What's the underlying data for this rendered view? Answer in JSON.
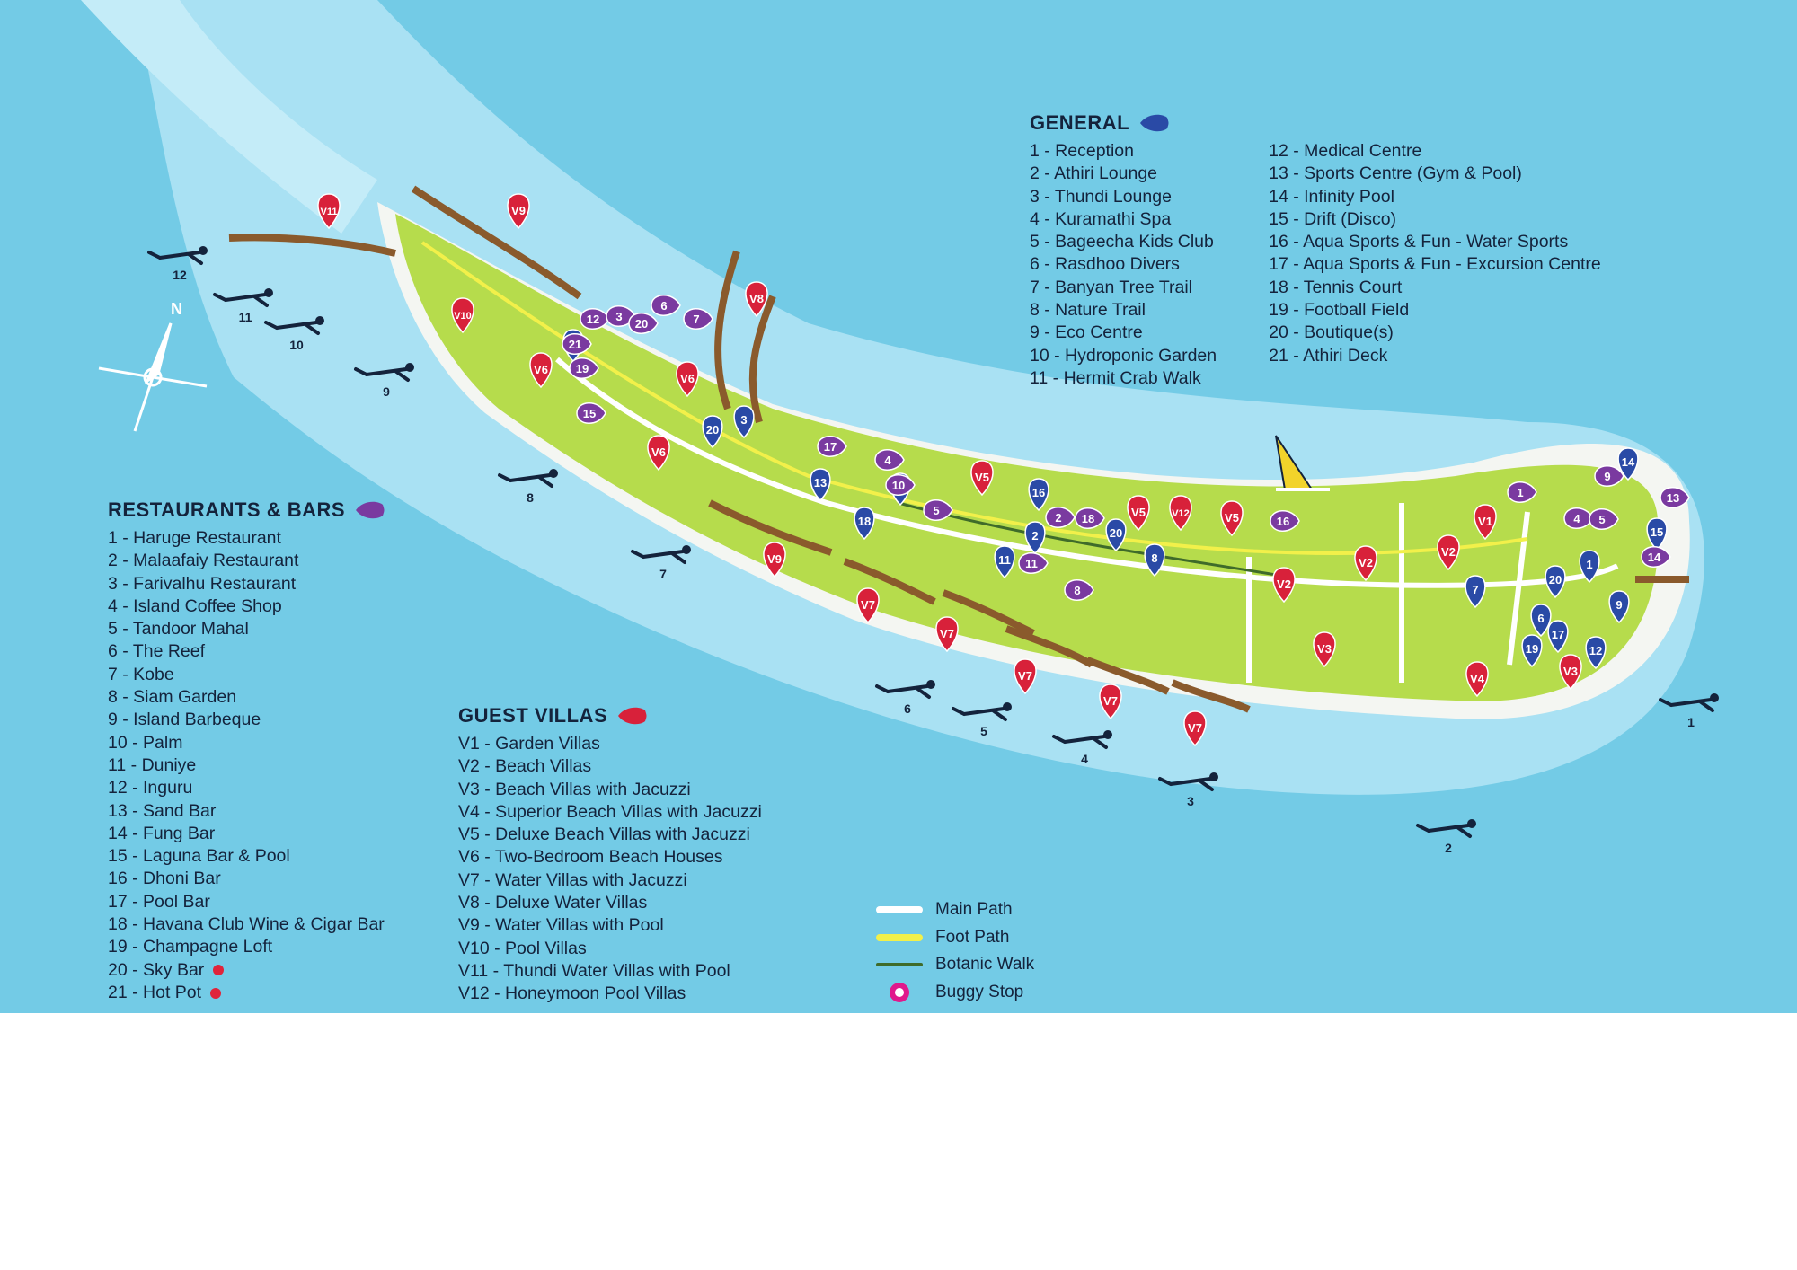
{
  "map": {
    "compass_label": "N",
    "general": {
      "title": "GENERAL",
      "items": [
        "1 - Reception",
        "2 - Athiri Lounge",
        "3 - Thundi Lounge",
        "4 - Kuramathi Spa",
        "5 - Bageecha Kids Club",
        "6 - Rasdhoo Divers",
        "7 - Banyan Tree Trail",
        "8 - Nature Trail",
        "9 - Eco Centre",
        "10 - Hydroponic Garden",
        "11 - Hermit Crab Walk",
        "12 - Medical Centre",
        "13 - Sports Centre (Gym & Pool)",
        "14 - Infinity Pool",
        "15 - Drift (Disco)",
        "16 - Aqua Sports & Fun - Water Sports",
        "17 - Aqua Sports & Fun - Excursion Centre",
        "18 - Tennis Court",
        "19 - Football Field",
        "20 - Boutique(s)",
        "21 - Athiri Deck"
      ]
    },
    "restaurants": {
      "title": "RESTAURANTS & BARS",
      "items": [
        "1 - Haruge Restaurant",
        "2 - Malaafaiy Restaurant",
        "3 - Farivalhu Restaurant",
        "4 - Island Coffee Shop",
        "5 - Tandoor Mahal",
        "6 - The Reef",
        "7 - Kobe",
        "8 - Siam Garden",
        "9 - Island Barbeque",
        "10 - Palm",
        "11 - Duniye",
        "12 - Inguru",
        "13 - Sand Bar",
        "14 - Fung Bar",
        "15 - Laguna Bar & Pool",
        "16 - Dhoni Bar",
        "17 - Pool Bar",
        "18 - Havana Club Wine & Cigar Bar",
        "19 - Champagne Loft",
        "20 - Sky Bar",
        "21 - Hot Pot"
      ],
      "red_dot_items": [
        19,
        20
      ]
    },
    "villas": {
      "title": "GUEST VILLAS",
      "items": [
        "V1 - Garden Villas",
        "V2 - Beach Villas",
        "V3 - Beach Villas with Jacuzzi",
        "V4 - Superior Beach Villas with Jacuzzi",
        "V5 - Deluxe Beach Villas with Jacuzzi",
        "V6 - Two-Bedroom Beach Houses",
        "V7 - Water Villas with Jacuzzi",
        "V8 - Deluxe Water Villas",
        "V9 - Water Villas with Pool",
        "V10 - Pool Villas",
        "V11 - Thundi Water Villas with Pool",
        "V12 - Honeymoon Pool Villas"
      ]
    },
    "paths": {
      "items": [
        {
          "label": "Main Path",
          "color": "#ffffff"
        },
        {
          "label": "Foot Path",
          "color": "#f2f04a"
        },
        {
          "label": "Botanic Walk",
          "color": "#3f6b2a"
        },
        {
          "label": "Buggy Stop",
          "color": "#e0198c"
        }
      ]
    },
    "colors": {
      "ocean": "#73cbe6",
      "lagoon": "#a9e1f3",
      "sand": "#f4f6f2",
      "island": "#b6dc4c",
      "general_marker": "#2a4aa6",
      "restaurant_marker": "#7a3aa0",
      "villa_marker": "#d8213a"
    },
    "markers": {
      "villas": [
        "V11",
        "V9",
        "V10",
        "V6",
        "V6",
        "V6",
        "V8",
        "V9",
        "V7",
        "V7",
        "V7",
        "V7",
        "V7",
        "V5",
        "V5",
        "V12",
        "V5",
        "V2",
        "V2",
        "V2",
        "V1",
        "V3",
        "V4",
        "V3"
      ],
      "general": [
        "21",
        "3",
        "13",
        "20",
        "18",
        "10",
        "11",
        "16",
        "2",
        "20",
        "8",
        "7",
        "6",
        "20",
        "1",
        "12",
        "17",
        "19",
        "9",
        "15",
        "14"
      ],
      "restaurants": [
        "12",
        "3",
        "6",
        "20",
        "7",
        "21",
        "19",
        "15",
        "17",
        "4",
        "10",
        "5",
        "2",
        "18",
        "16",
        "11",
        "8",
        "1",
        "4",
        "5",
        "9",
        "13",
        "14"
      ],
      "dive_sites": [
        "12",
        "11",
        "10",
        "9",
        "8",
        "7",
        "6",
        "5",
        "4",
        "3",
        "2",
        "1"
      ]
    }
  }
}
